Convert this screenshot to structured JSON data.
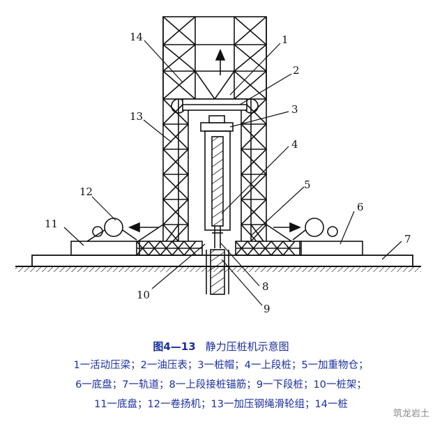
{
  "figure": {
    "callouts": {
      "c1": "1",
      "c2": "2",
      "c3": "3",
      "c4": "4",
      "c5": "5",
      "c6": "6",
      "c7": "7",
      "c8": "8",
      "c9": "9",
      "c10": "10",
      "c11": "11",
      "c12": "12",
      "c13": "13",
      "c14": "14"
    }
  },
  "caption": {
    "number": "图4—13",
    "title": "静力压桩机示意图",
    "line1": "1一活动压梁；2一油压表；3一桩帽；4一上段桩；5一加重物仓；",
    "line2": "6一底盘；7一轨道；8一上段接桩锚筋；9一下段桩；10一桩架；",
    "line3": "11一底盘；12一卷扬机；13一加压钢绳滑轮组；14一桩"
  },
  "watermark": {
    "text": "筑龙岩土"
  }
}
